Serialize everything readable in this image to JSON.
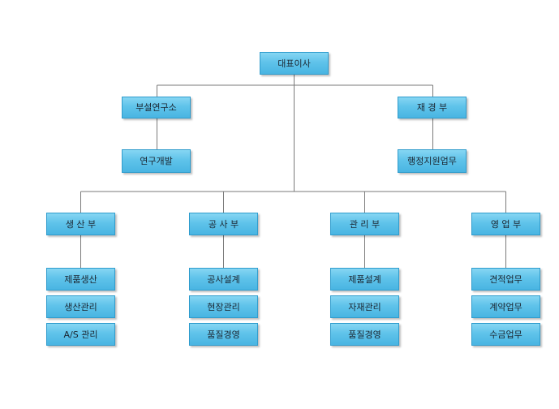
{
  "ceo": "대표이사",
  "research_dept": "부설연구소",
  "research_unit": "연구개발",
  "finance_dept": "재 경 부",
  "finance_unit": "행정지원업무",
  "production_dept": "생 산 부",
  "production_units": [
    "제품생산",
    "생산관리",
    "A/S 관리"
  ],
  "construction_dept": "공 사 부",
  "construction_units": [
    "공사설계",
    "현장관리",
    "품질경영"
  ],
  "management_dept": "관 리 부",
  "management_units": [
    "제품설계",
    "자재관리",
    "품질경영"
  ],
  "sales_dept": "영 업 부",
  "sales_units": [
    "견적업무",
    "계약업무",
    "수금업무"
  ],
  "colors": {
    "box_fill": "#5fc3ea",
    "box_border": "#2f9ccd",
    "line": "#7a7a7a"
  }
}
